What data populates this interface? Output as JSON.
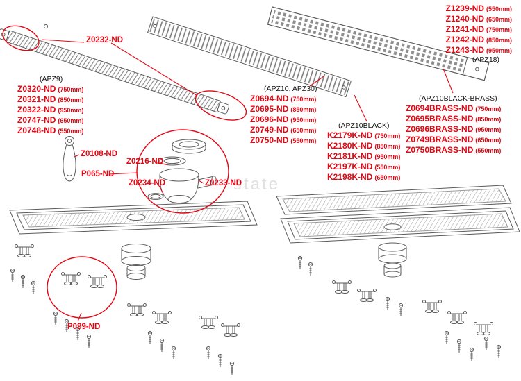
{
  "colors": {
    "accent_red": "#e30613",
    "line_gray": "#5a5a5a"
  },
  "labels": {
    "z0232": "Z0232-ND",
    "z0108": "Z0108-ND",
    "p065": "P065-ND",
    "z0216": "Z0216-ND",
    "z0234": "Z0234-ND",
    "z0233": "Z0233-ND",
    "p099": "P099-ND"
  },
  "lists": {
    "apz9": {
      "header": "(APZ9)",
      "items": [
        {
          "code": "Z0320-ND",
          "size": "(750mm)"
        },
        {
          "code": "Z0321-ND",
          "size": "(850mm)"
        },
        {
          "code": "Z0322-ND",
          "size": "(950mm)"
        },
        {
          "code": "Z0747-ND",
          "size": "(650mm)"
        },
        {
          "code": "Z0748-ND",
          "size": "(550mm)"
        }
      ]
    },
    "apz10": {
      "header": "(APZ10, APZ30)",
      "items": [
        {
          "code": "Z0694-ND",
          "size": "(750mm)"
        },
        {
          "code": "Z0695-ND",
          "size": "(850mm)"
        },
        {
          "code": "Z0696-ND",
          "size": "(950mm)"
        },
        {
          "code": "Z0749-ND",
          "size": "(650mm)"
        },
        {
          "code": "Z0750-ND",
          "size": "(550mm)"
        }
      ]
    },
    "apz18": {
      "header": "(APZ18)",
      "items": [
        {
          "code": "Z1239-ND",
          "size": "(550mm)"
        },
        {
          "code": "Z1240-ND",
          "size": "(650mm)"
        },
        {
          "code": "Z1241-ND",
          "size": "(750mm)"
        },
        {
          "code": "Z1242-ND",
          "size": "(850mm)"
        },
        {
          "code": "Z1243-ND",
          "size": "(950mm)"
        }
      ]
    },
    "apz10black": {
      "header": "(APZ10BLACK)",
      "items": [
        {
          "code": "K2179K-ND",
          "size": "(750mm)"
        },
        {
          "code": "K2180K-ND",
          "size": "(850mm)"
        },
        {
          "code": "K2181K-ND",
          "size": "(950mm)"
        },
        {
          "code": "K2197K-ND",
          "size": "(550mm)"
        },
        {
          "code": "K2198K-ND",
          "size": "(650mm)"
        }
      ]
    },
    "apz10black_brass": {
      "header": "(APZ10BLACK-BRASS)",
      "items": [
        {
          "code": "Z0694BRASS-ND",
          "size": "(750mm)"
        },
        {
          "code": "Z0695BRASS-ND",
          "size": "(850mm)"
        },
        {
          "code": "Z0696BRASS-ND",
          "size": "(950mm)"
        },
        {
          "code": "Z0749BRASS-ND",
          "size": "(650mm)"
        },
        {
          "code": "Z0750BRASS-ND",
          "size": "(550mm)"
        }
      ]
    }
  },
  "watermark": "state"
}
